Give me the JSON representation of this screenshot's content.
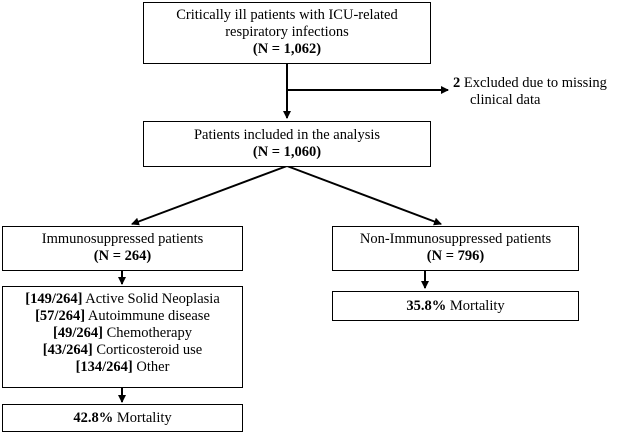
{
  "boxes": {
    "top": {
      "line1": "Critically ill patients with ICU-related",
      "line2": "respiratory infections",
      "n": "(N = 1,062)"
    },
    "excluded": {
      "count": "2",
      "text1": "Excluded due to missing",
      "text2": "clinical data"
    },
    "analysis": {
      "line1": "Patients included in the analysis",
      "n": "(N = 1,060)"
    },
    "immuno": {
      "line1": "Immunosuppressed patients",
      "n": "(N = 264)"
    },
    "non_immuno": {
      "line1": "Non-Immunosuppressed patients",
      "n": "(N = 796)"
    },
    "causes": [
      {
        "count": "[149/264]",
        "label": "Active Solid Neoplasia"
      },
      {
        "count": "[57/264]",
        "label": "Autoimmune disease"
      },
      {
        "count": "[49/264]",
        "label": "Chemotherapy"
      },
      {
        "count": "[43/264]",
        "label": "Corticosteroid use"
      },
      {
        "count": "[134/264]",
        "label": "Other"
      }
    ],
    "immuno_mortality": {
      "pct": "42.8%",
      "label": "Mortality"
    },
    "non_immuno_mortality": {
      "pct": "35.8%",
      "label": "Mortality"
    }
  }
}
